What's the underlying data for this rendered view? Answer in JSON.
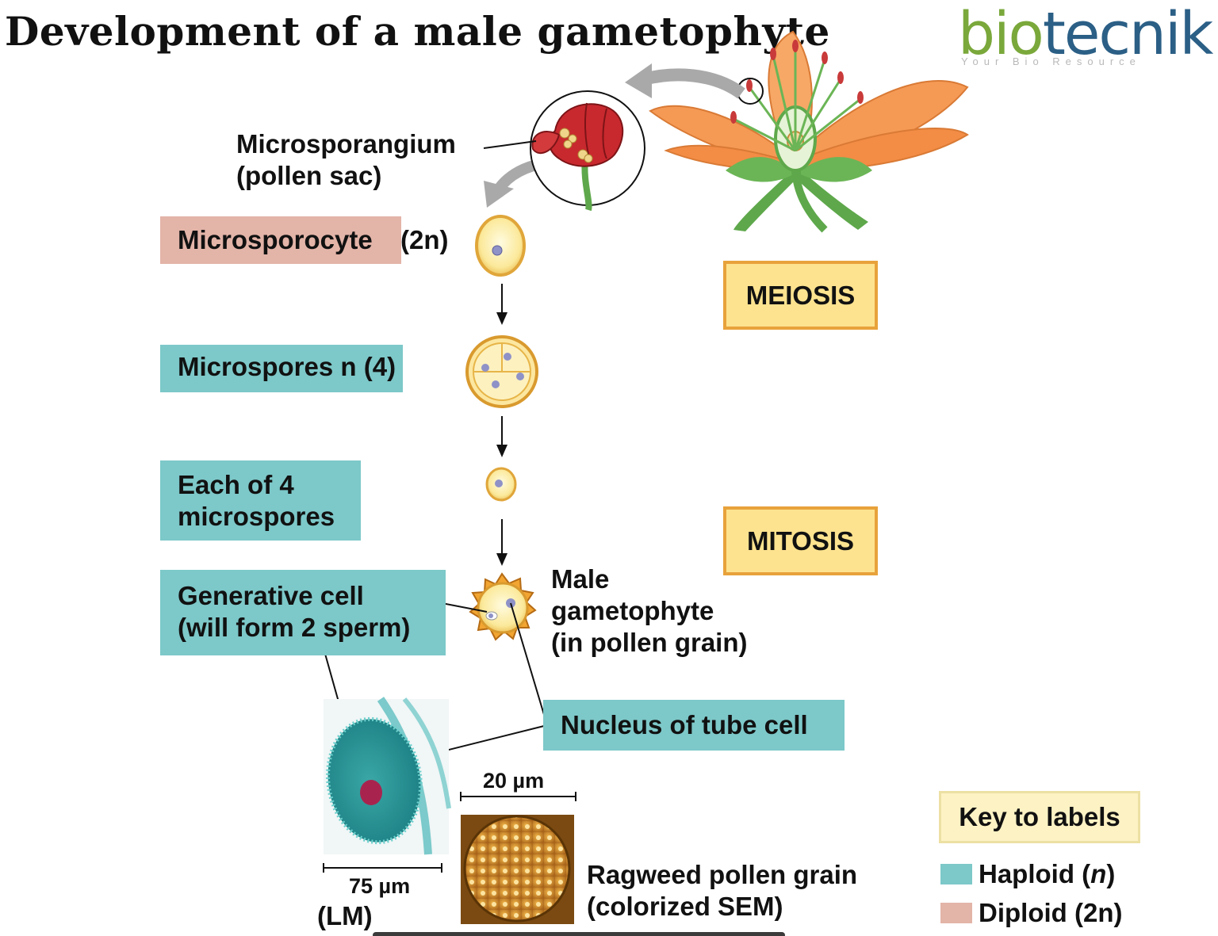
{
  "title": "Development of a male gametophyte",
  "logo": {
    "part1": "bio",
    "part2": "tecnik",
    "tagline": "Your Bio Resource"
  },
  "labels": {
    "microsporangium": [
      "Microsporangium",
      "(pollen sac)"
    ],
    "microsporocyte": "Microsporocyte",
    "microsporocyte_ploidy": "(2n)",
    "microspores": "Microspores n (4)",
    "each_of_4": [
      "Each of 4",
      "microspores"
    ],
    "generative_cell": [
      "Generative cell",
      "(will form 2 sperm)"
    ],
    "male_gametophyte": [
      "Male",
      "gametophyte",
      "(in pollen grain)"
    ],
    "nucleus_tube_cell": "Nucleus of tube cell",
    "meiosis": "MEIOSIS",
    "mitosis": "MITOSIS",
    "scale_75": "75 µm",
    "lm": "(LM)",
    "scale_20": "20 µm",
    "ragweed": [
      "Ragweed pollen grain",
      "(colorized SEM)"
    ]
  },
  "key": {
    "title": "Key to labels",
    "items": [
      {
        "label": "Haploid",
        "symbol": "n",
        "color": "#7dc8c9"
      },
      {
        "label": "Diploid",
        "symbol": "2n",
        "color": "#e3b4a8"
      }
    ]
  },
  "colors": {
    "haploid": "#7dc8c9",
    "diploid": "#e3b4a8",
    "process_box": "#fde38f",
    "process_border": "#e8a23b"
  }
}
